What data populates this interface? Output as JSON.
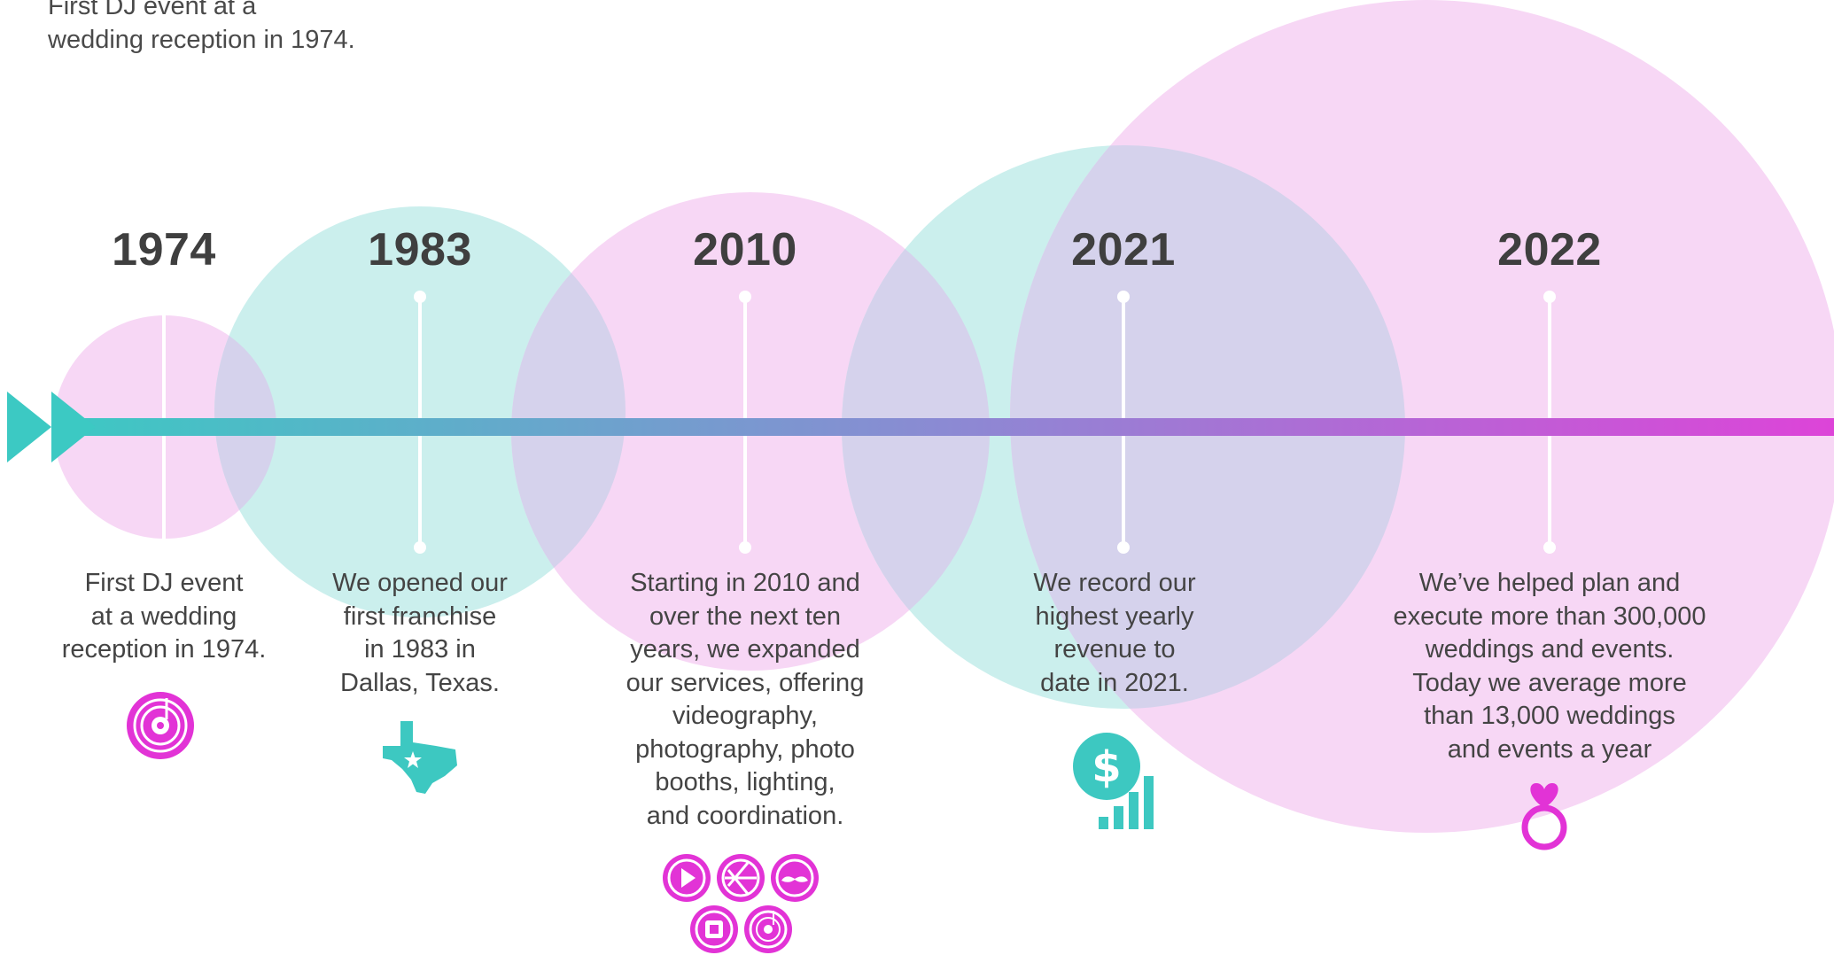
{
  "intro": {
    "line1": "First DJ event at a",
    "line2": "wedding reception in 1974."
  },
  "colors": {
    "pink_circle": "#f7d7f5",
    "teal_circle": "#cbefed",
    "overlap": "#d5d2ec",
    "gradient_start": "#3cc9c3",
    "gradient_end": "#dd44d8",
    "magenta": "#e233d6",
    "teal": "#3dc8c1",
    "year_text": "#3f3f3f",
    "body_text": "#444444"
  },
  "milestones": [
    {
      "year": "1974",
      "lines": [
        "First DJ event",
        "at a wedding",
        "reception in 1974."
      ],
      "icon": "vinyl-record-icon"
    },
    {
      "year": "1983",
      "lines": [
        "We opened our",
        "first franchise",
        "in 1983 in",
        "Dallas, Texas."
      ],
      "icon": "texas-map-icon"
    },
    {
      "year": "2010",
      "lines": [
        "Starting in 2010 and",
        "over the next ten",
        "years, we expanded",
        "our services, offering",
        "videography,",
        "photography, photo",
        "booths, lighting,",
        "and coordination."
      ],
      "icon": "services-icons-group"
    },
    {
      "year": "2021",
      "lines": [
        "We record our",
        "highest yearly",
        "revenue to",
        "date in 2021."
      ],
      "icon": "revenue-chart-icon"
    },
    {
      "year": "2022",
      "lines": [
        "We’ve helped plan and",
        "execute more than 300,000",
        "weddings and events.",
        "Today we average more",
        "than 13,000 weddings",
        "and events a year"
      ],
      "icon": "heart-ring-icon"
    }
  ]
}
